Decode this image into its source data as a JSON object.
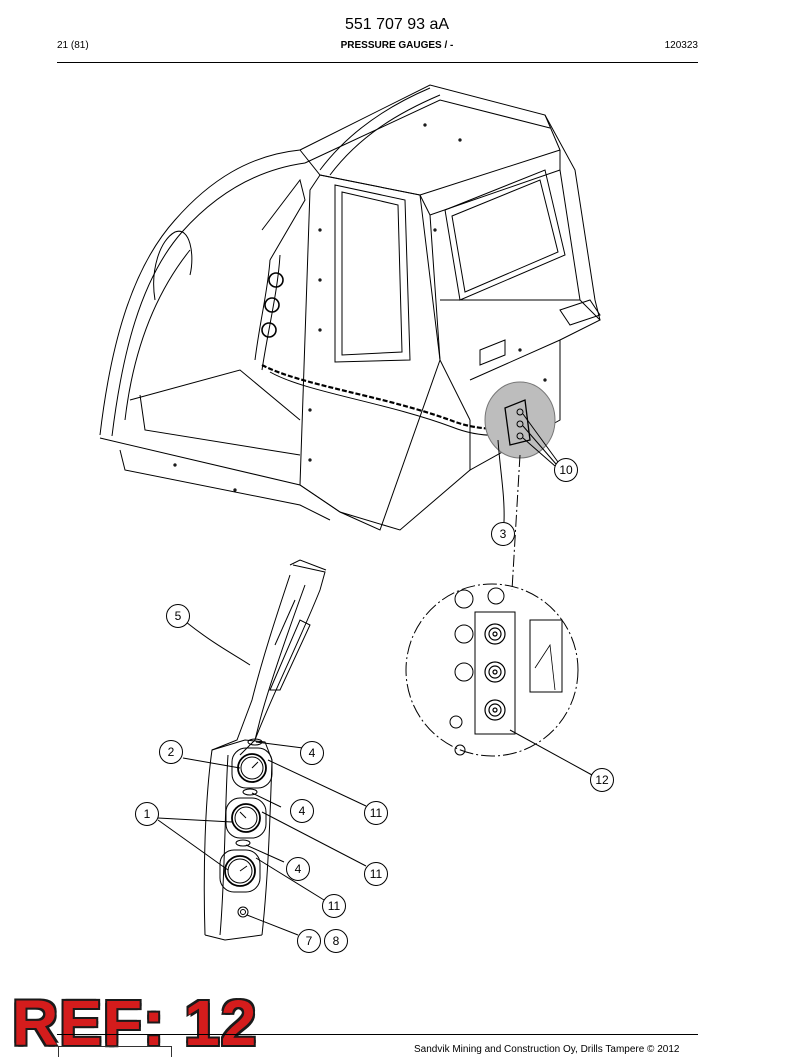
{
  "header": {
    "document_number": "551 707 93 aA",
    "page": "21 (81)",
    "section_title": "PRESSURE GAUGES / -",
    "date_code": "120323"
  },
  "callouts": [
    {
      "id": "10",
      "label": "10"
    },
    {
      "id": "3",
      "label": "3"
    },
    {
      "id": "5",
      "label": "5"
    },
    {
      "id": "2",
      "label": "2"
    },
    {
      "id": "4a",
      "label": "4"
    },
    {
      "id": "11a",
      "label": "11"
    },
    {
      "id": "4b",
      "label": "4"
    },
    {
      "id": "1",
      "label": "1"
    },
    {
      "id": "11b",
      "label": "11"
    },
    {
      "id": "4c",
      "label": "4"
    },
    {
      "id": "11c",
      "label": "11"
    },
    {
      "id": "11d",
      "label": "11"
    },
    {
      "id": "7",
      "label": "7"
    },
    {
      "id": "8",
      "label": "8"
    },
    {
      "id": "12",
      "label": "12"
    }
  ],
  "overlay": {
    "ref_label": "REF: 12"
  },
  "footer": {
    "copyright": "Sandvik Mining and Construction Oy, Drills Tampere © 2012"
  }
}
